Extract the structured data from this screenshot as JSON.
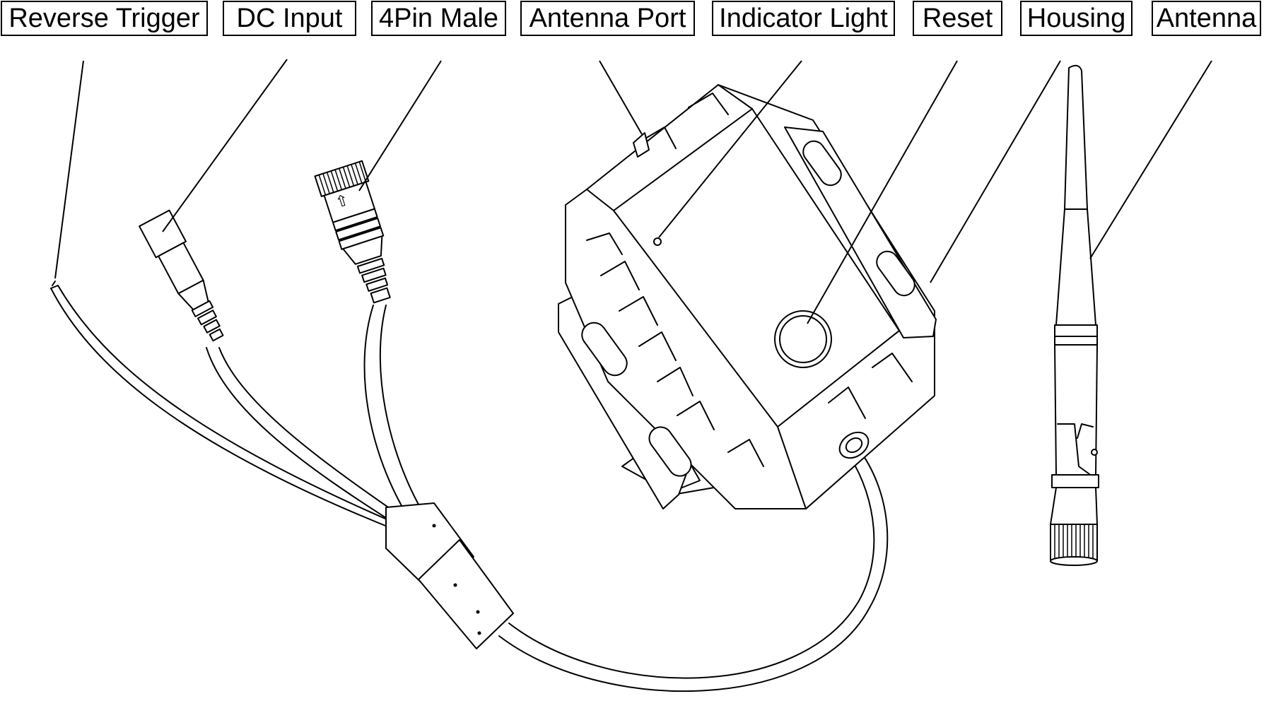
{
  "callouts": {
    "reverse_trigger": "Reverse Trigger",
    "dc_input": "DC Input",
    "four_pin_male": "4Pin Male",
    "antenna_port": "Antenna Port",
    "indicator_light": "Indicator Light",
    "reset": "Reset",
    "housing": "Housing",
    "antenna": "Antenna"
  },
  "connector_arrow_glyph": "⇧",
  "colors": {
    "line": "#000000",
    "background": "#ffffff"
  }
}
